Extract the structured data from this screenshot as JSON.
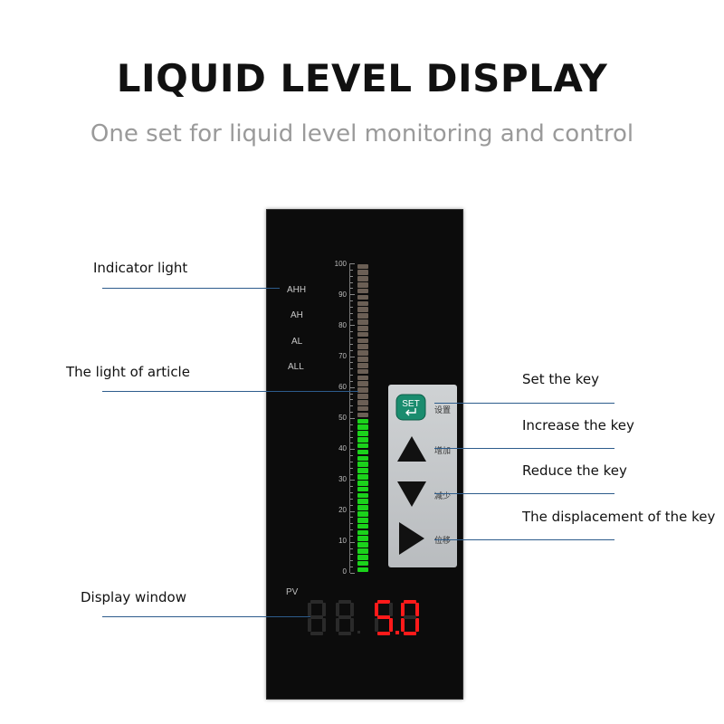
{
  "header": {
    "title": "LIQUID LEVEL DISPLAY",
    "subtitle": "One set for liquid level monitoring and control"
  },
  "device": {
    "indicators": [
      "AHH",
      "AH",
      "AL",
      "ALL"
    ],
    "scale": [
      "100",
      "90",
      "80",
      "70",
      "60",
      "50",
      "40",
      "30",
      "20",
      "10",
      "0"
    ],
    "bar_level_percent": 50,
    "keys": [
      {
        "name": "set",
        "label": "SET",
        "cn": "设置"
      },
      {
        "name": "increase",
        "cn": "增加"
      },
      {
        "name": "reduce",
        "cn": "减少"
      },
      {
        "name": "displacement",
        "cn": "位移"
      }
    ],
    "pv_label": "PV",
    "display_value": "5.0"
  },
  "callouts": {
    "indicator_light": "Indicator light",
    "light_of_article": "The light of article",
    "display_window": "Display window",
    "set_key": "Set the key",
    "increase_key": "Increase the key",
    "reduce_key": "Reduce the key",
    "displacement_key": "The displacement of the key"
  },
  "colors": {
    "bar_on": "#1bd21b",
    "bar_off": "#6b5f55",
    "digit_on": "#ff1a1a",
    "digit_off": "#2a2a2a",
    "callout_line": "#2d5c8c"
  }
}
